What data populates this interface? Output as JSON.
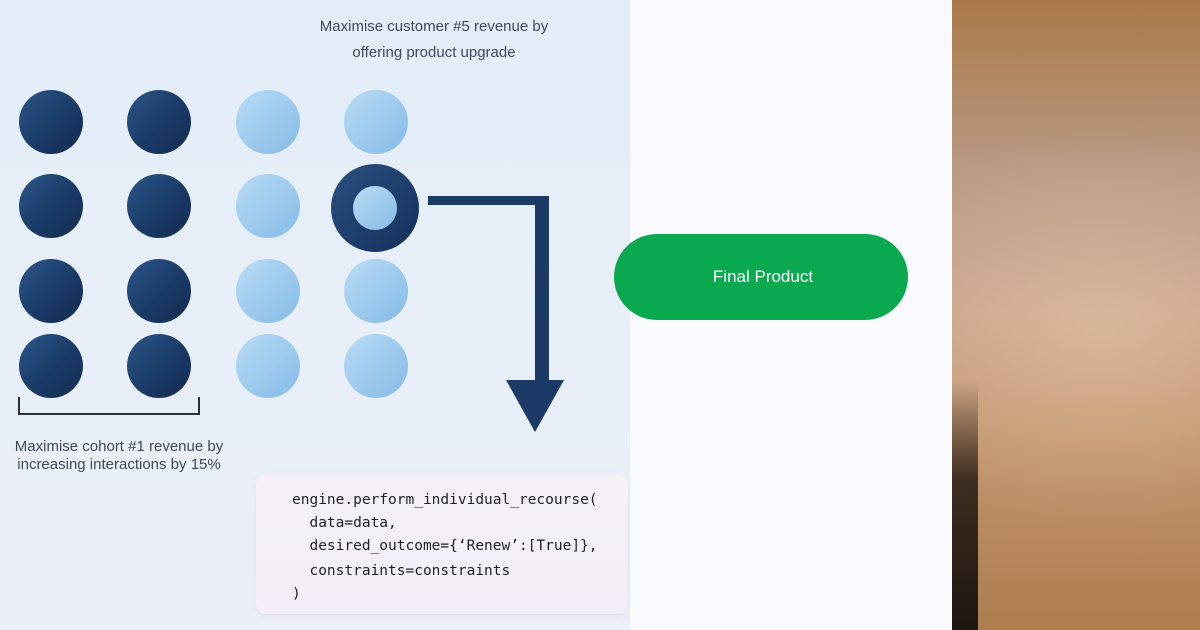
{
  "top_caption": {
    "line1": "Maximise customer #5 revenue by",
    "line2": "offering product upgrade"
  },
  "bottom_caption": {
    "line1": "Maximise cohort #1 revenue by",
    "line2": "increasing interactions by 15%"
  },
  "code": {
    "lines": [
      "engine.perform_individual_recourse(",
      "  data=data,",
      "  desired_outcome={‘Renew’:[True]},",
      "  constraints=constraints",
      ")"
    ]
  },
  "final_button": {
    "label": "Final Product"
  },
  "colors": {
    "dark_dot": "#1a3a66",
    "light_dot": "#9fcbee",
    "button_green": "#0aa84f"
  }
}
